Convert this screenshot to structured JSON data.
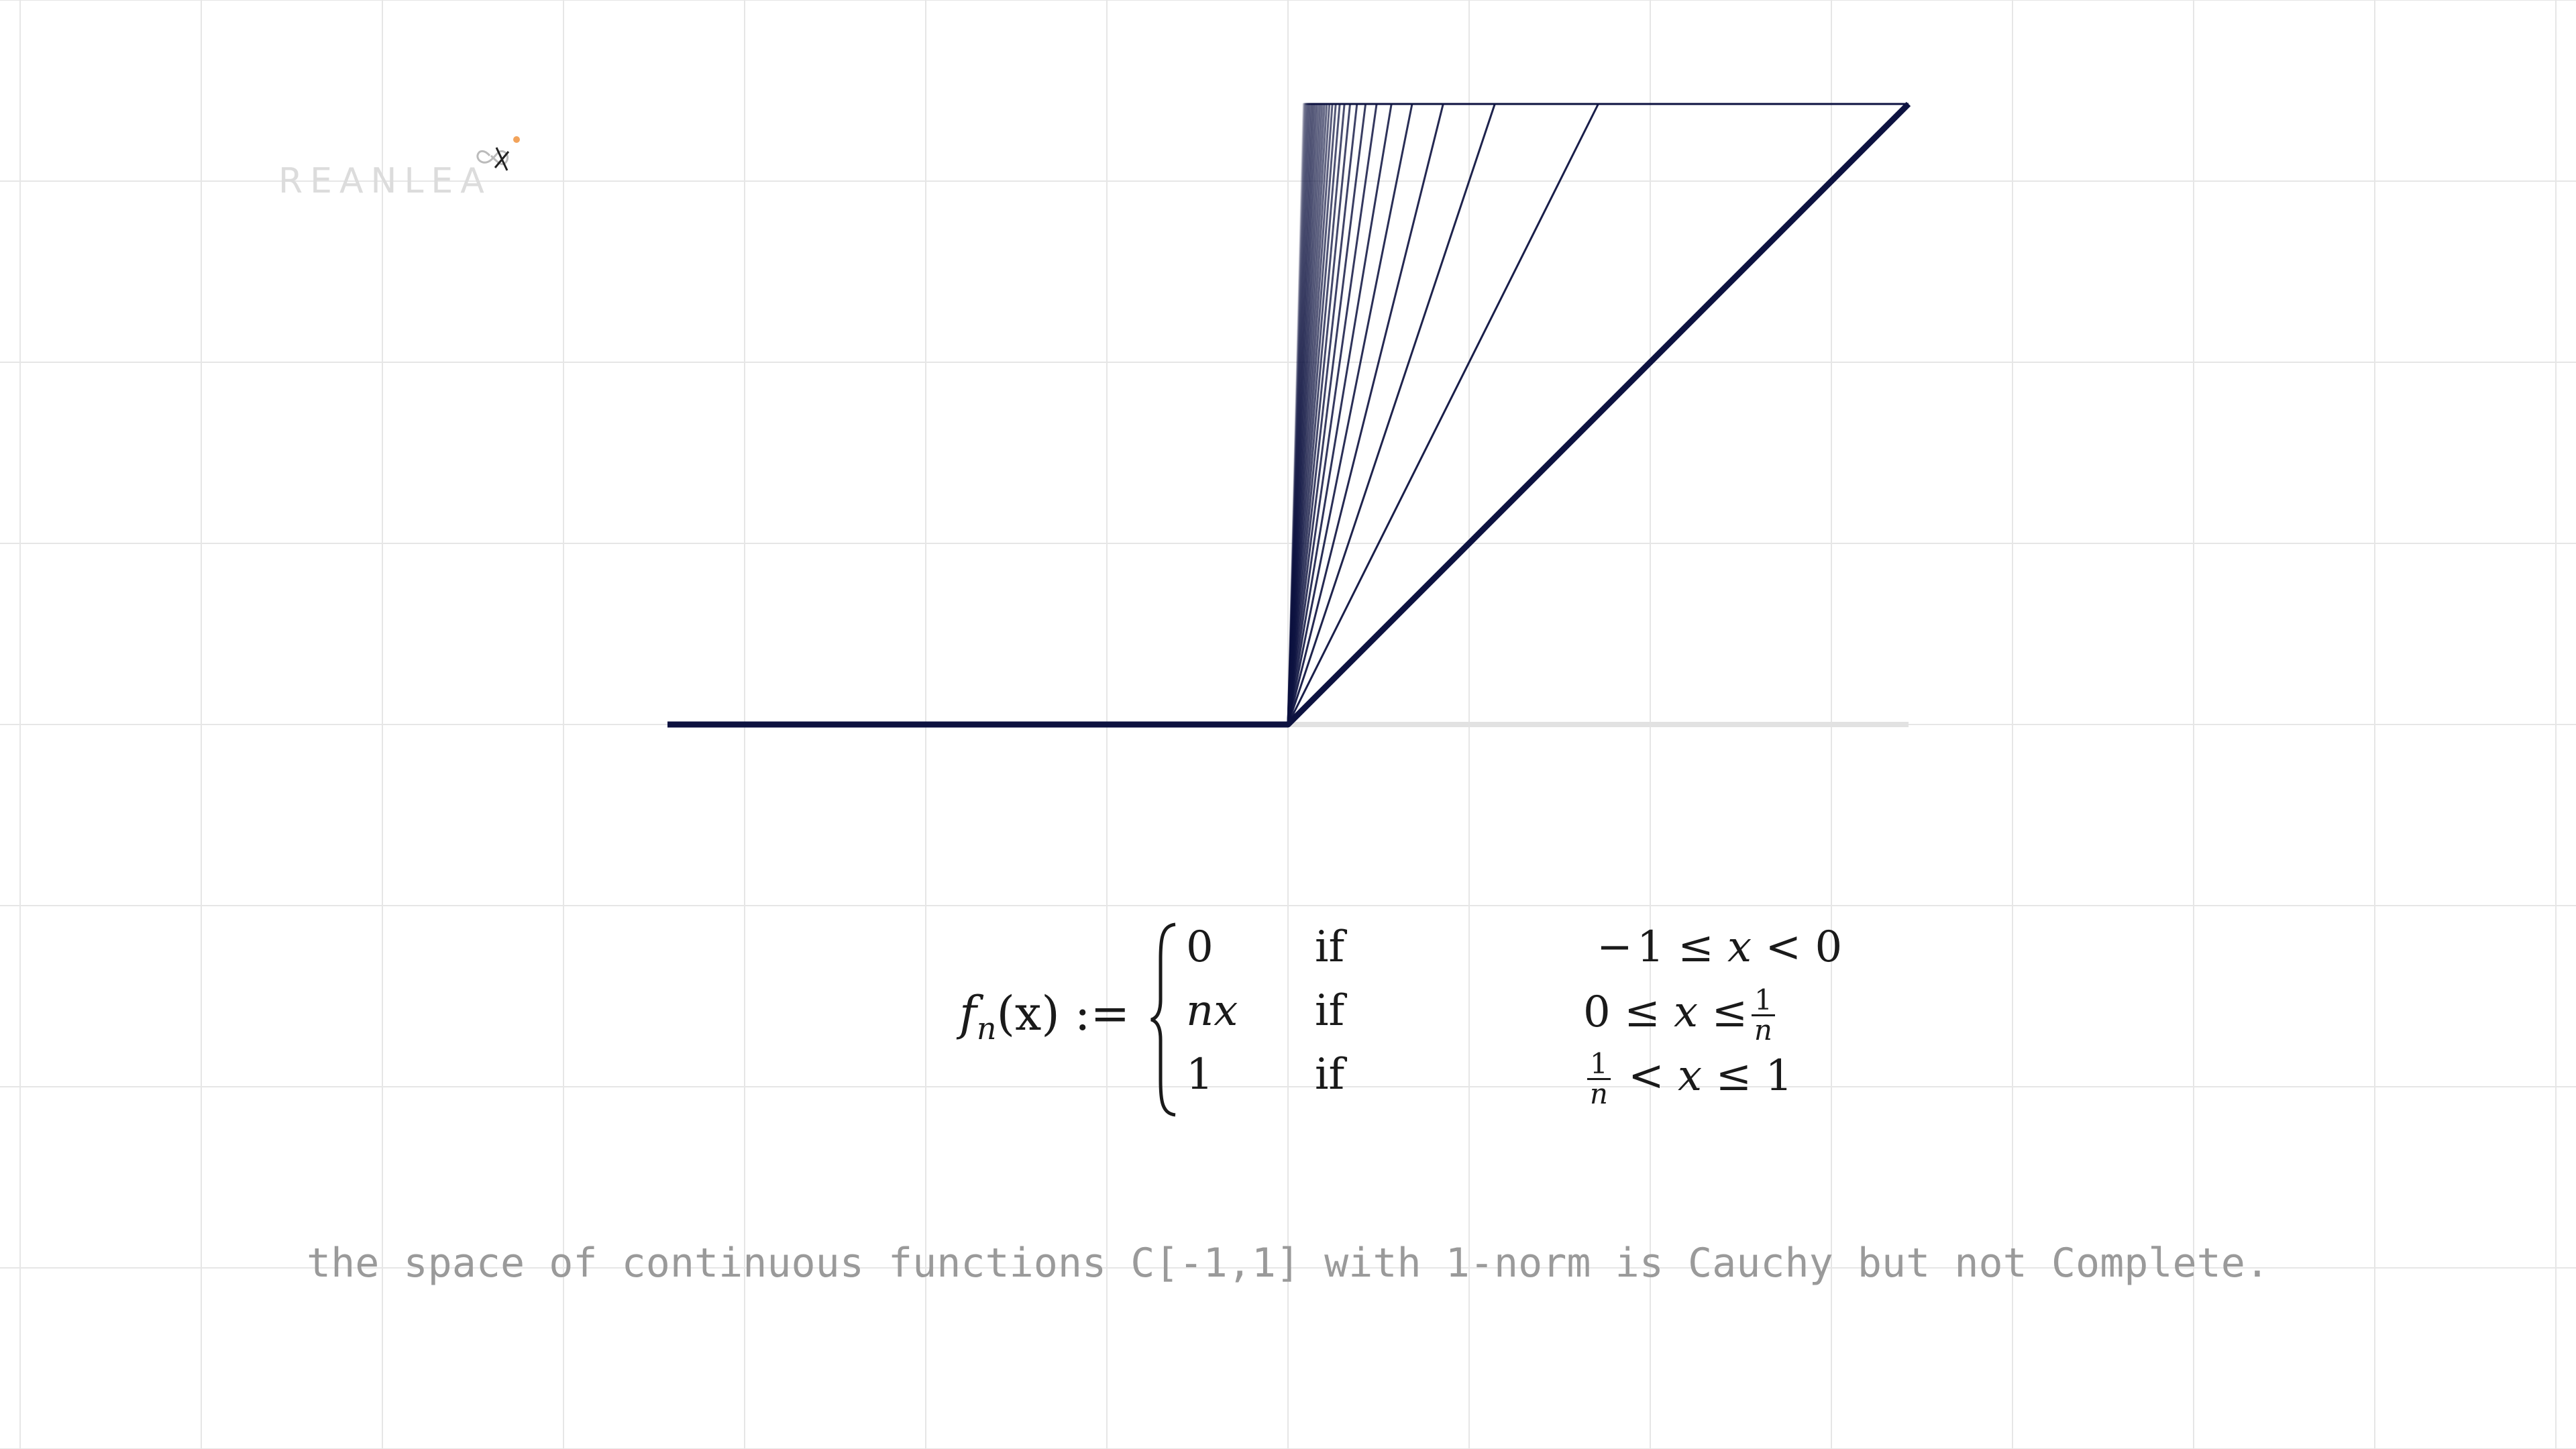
{
  "watermark": {
    "text": "REANLEA"
  },
  "formula": {
    "lhs_f": "f",
    "lhs_sub": "n",
    "lhs_rest": "(x) :=",
    "if_word": "if",
    "cases": [
      {
        "value": "0",
        "condition": "− 1 ≤ x < 0"
      },
      {
        "value": "nx",
        "condition": "0 ≤ x ≤ 1/n"
      },
      {
        "value": "1",
        "condition": "1/n < x ≤ 1"
      }
    ]
  },
  "caption": "the space of continuous functions C[-1,1] with 1-norm is Cauchy but not Complete.",
  "colors": {
    "background": "#ffffff",
    "grid": "#e6e6e6",
    "curve": "#0d1240",
    "axis": "#e2e2e2",
    "caption": "#9a9a9a",
    "watermark": "#dcdcdc",
    "logo_accent": "#f2a35b"
  },
  "chart_data": {
    "type": "line",
    "title": "",
    "xlabel": "",
    "ylabel": "",
    "xlim": [
      -1,
      1
    ],
    "ylim": [
      0,
      1
    ],
    "grid": true,
    "family": "f_n(x) = 0 on [-1,0); nx on [0,1/n]; 1 on (1/n,1]",
    "n_values": [
      1,
      2,
      3,
      4,
      5,
      6,
      7,
      8,
      9,
      10,
      11,
      12,
      13,
      14,
      15,
      16,
      17,
      18,
      19,
      20,
      21,
      22,
      23,
      24,
      25,
      26,
      27,
      28,
      29,
      30,
      31,
      32,
      33,
      34,
      35,
      36,
      37,
      38,
      39,
      40
    ],
    "series": [
      {
        "x": [
          -1,
          0,
          1
        ],
        "y": [
          0,
          0,
          1
        ]
      }
    ]
  }
}
